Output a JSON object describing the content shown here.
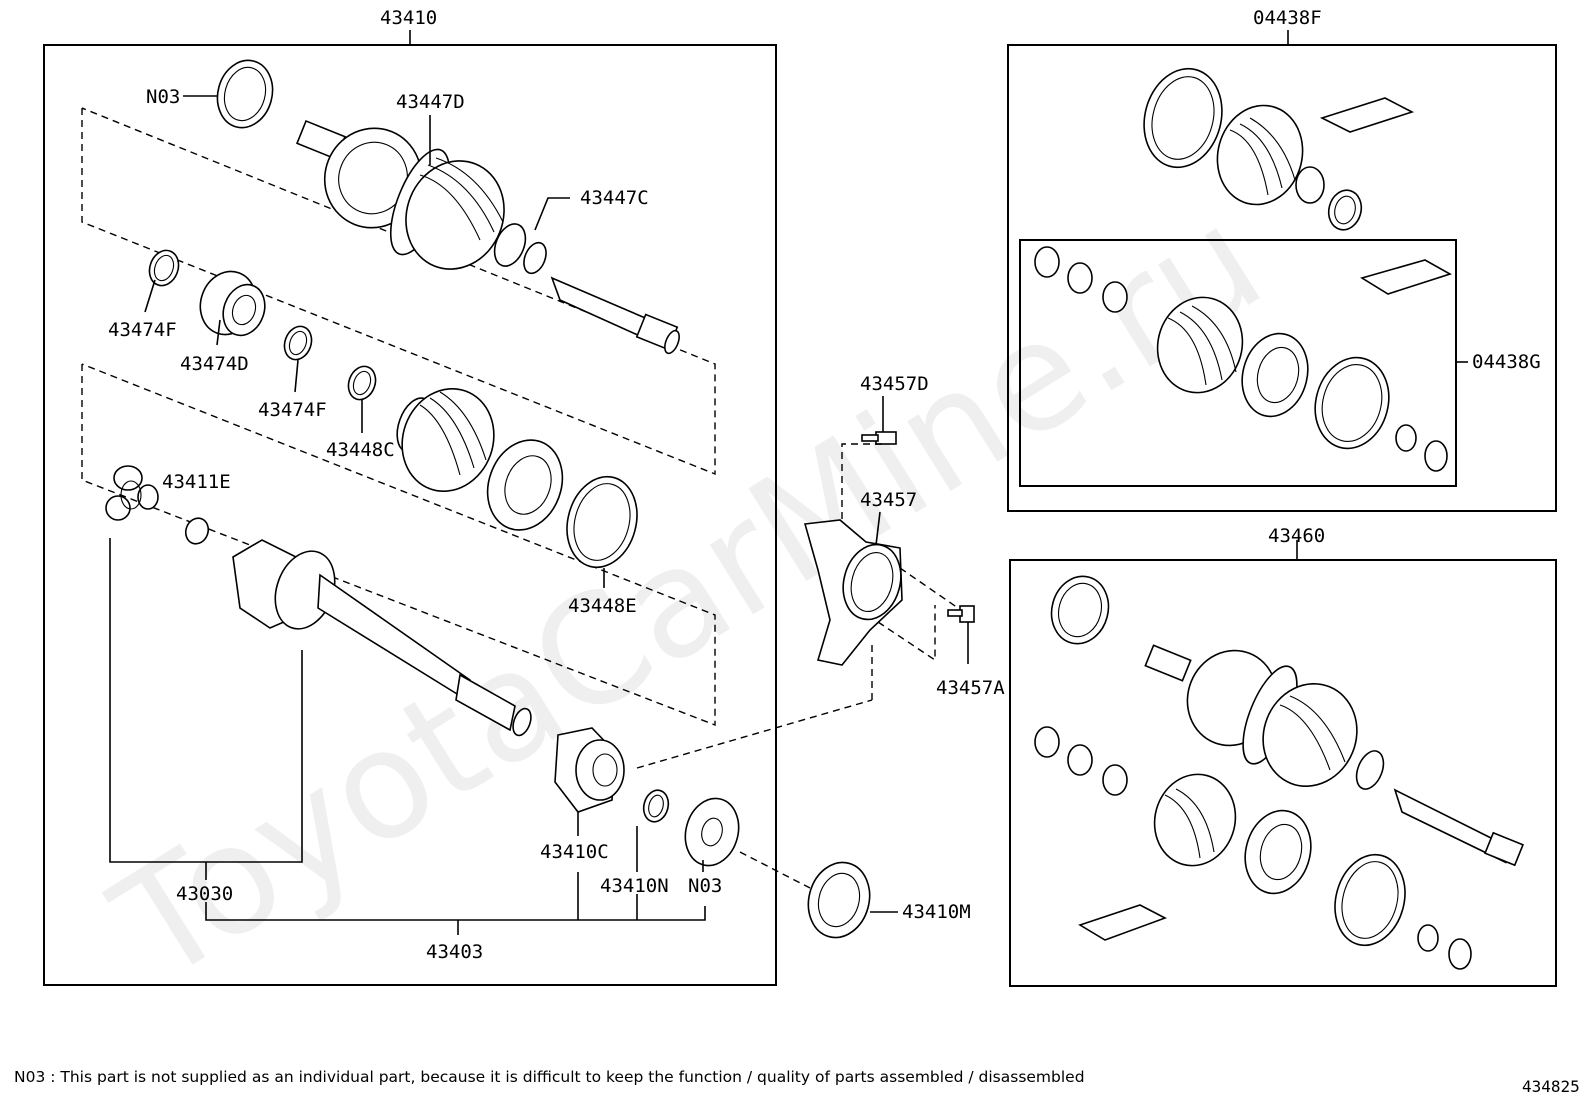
{
  "labels": {
    "l43410": "43410",
    "l04438F": "04438F",
    "l04438G": "04438G",
    "l43460": "43460",
    "lN03a": "N03",
    "l43447D": "43447D",
    "l43447C": "43447C",
    "l43474F_a": "43474F",
    "l43474D": "43474D",
    "l43474F_b": "43474F",
    "l43448C": "43448C",
    "l43448E": "43448E",
    "l43411E": "43411E",
    "l43030": "43030",
    "l43403": "43403",
    "l43410C": "43410C",
    "l43410N": "43410N",
    "lN03b": "N03",
    "l43410M": "43410M",
    "l43457D": "43457D",
    "l43457": "43457",
    "l43457A": "43457A"
  },
  "watermark": "ToyotaCarMine.ru",
  "footnote": "N03 : This part is not supplied as an individual part, because it is difficult to keep the function / quality of parts  assembled / disassembled",
  "illustration_number": "434825"
}
